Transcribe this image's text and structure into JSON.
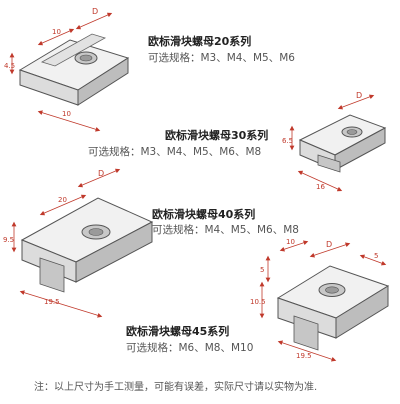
{
  "colors": {
    "dimension": "#c0392b",
    "part_fill_light": "#f1f1f1",
    "part_fill_mid": "#dcdcdc",
    "part_fill_dark": "#bdbdbd",
    "outline": "#555555"
  },
  "series": [
    {
      "title": "欧标滑块螺母20系列",
      "spec": "可选规格：M3、M4、M5、M6",
      "dims": {
        "top_width": "D",
        "thickness": "4.5",
        "slot": "10",
        "length": "10"
      }
    },
    {
      "title": "欧标滑块螺母30系列",
      "spec": "可选规格：M3、M4、M5、M6、M8",
      "dims": {
        "top_width": "D",
        "thickness": "6.5",
        "length": "16"
      }
    },
    {
      "title": "欧标滑块螺母40系列",
      "spec": "可选规格：M4、M5、M6、M8",
      "dims": {
        "top_width": "D",
        "slot": "20",
        "thickness": "9.5",
        "length": "19.5"
      }
    },
    {
      "title": "欧标滑块螺母45系列",
      "spec": "可选规格：M6、M8、M10",
      "dims": {
        "top_width": "D",
        "a": "5",
        "b": "10",
        "height": "10.5",
        "c": "5",
        "length": "19.5"
      }
    }
  ],
  "note": "注：以上尺寸为手工测量，可能有误差，实际尺寸请以实物为准."
}
